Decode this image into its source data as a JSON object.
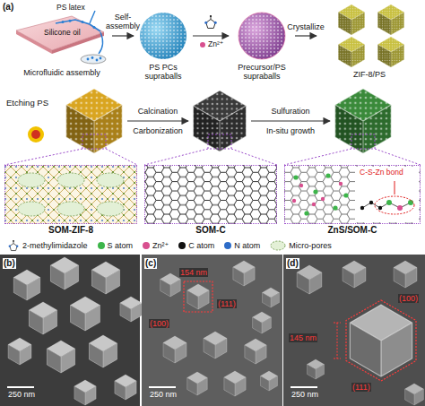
{
  "diagram": {
    "nodes": [
      {
        "text": [
          "Microfluidic assembly"
        ]
      },
      {
        "text": [
          "PS PCs supraballs"
        ]
      },
      {
        "text": [
          "Precursor/PS supraballs"
        ]
      },
      {
        "text": [
          "ZIF-8/PS"
        ]
      },
      {
        "text": [
          "SOM-ZIF-8"
        ]
      },
      {
        "text": [
          "SOM-C"
        ]
      },
      {
        "text": [
          "ZnS/SOM-C"
        ]
      }
    ],
    "edges": [
      {
        "from": 0,
        "to": 1,
        "arrow": "to",
        "label": "Self-assembly"
      },
      {
        "from": 1,
        "to": 2,
        "arrow": "to"
      },
      {
        "from": 2,
        "to": 3,
        "arrow": "to",
        "label": "Crystallize"
      }
    ],
    "labels": [
      "(a)",
      "PS latex",
      "Silicone oil",
      "Zn²⁺",
      "Etching PS",
      "Calcination",
      "Carbonization",
      "Sulfuration",
      "In-situ growth",
      "C-S-Zn bond",
      "(b)",
      "250 nm",
      "(c)",
      "154 nm",
      "(111)",
      "(100)",
      "250 nm",
      "(d)",
      "145 nm",
      "(111)",
      "(100)",
      "250 nm"
    ],
    "legend": [
      {
        "text": "2-methylimidazole"
      },
      {
        "text": "S atom",
        "color": "#3db54a"
      },
      {
        "text": "Zn²⁺",
        "color": "#d8508f"
      },
      {
        "text": "C atom",
        "color": "#111111"
      },
      {
        "text": "N atom",
        "color": "#2d6cc8"
      },
      {
        "text": "Micro-pores"
      }
    ]
  }
}
